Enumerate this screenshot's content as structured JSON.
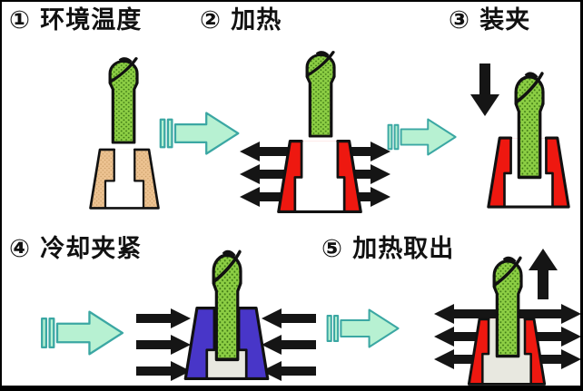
{
  "diagram": {
    "kind": "shrink-fit tool clamping process",
    "language": "zh",
    "step_count": 5,
    "process_arrow_count": 4
  },
  "steps": [
    {
      "index": "①",
      "title": "环境温度",
      "label": "① 环境温度",
      "holder_color_state": "ambient-tan",
      "force_arrows": "none",
      "motion_arrow": "none",
      "tool_position": "above-holder"
    },
    {
      "index": "②",
      "title": "加热",
      "label": "② 加热",
      "holder_color_state": "heated-red",
      "force_arrows": "outward",
      "motion_arrow": "none",
      "tool_position": "above-holder"
    },
    {
      "index": "③",
      "title": "装夹",
      "label": "③ 装夹",
      "holder_color_state": "heated-red",
      "force_arrows": "none",
      "motion_arrow": "down",
      "tool_position": "inserted"
    },
    {
      "index": "④",
      "title": "冷却夹紧",
      "label": "④ 冷却夹紧",
      "holder_color_state": "cooled-blue",
      "force_arrows": "inward",
      "motion_arrow": "none",
      "tool_position": "clamped"
    },
    {
      "index": "⑤",
      "title": "加热取出",
      "label": "⑤ 加热取出",
      "holder_color_state": "heated-red",
      "force_arrows": "outward",
      "motion_arrow": "up",
      "tool_position": "extracting"
    }
  ],
  "icons": {
    "tool": "ball-nose-end-mill",
    "holder": "tapered-shrink-fit-holder",
    "process_arrow": "mint-block-arrow-right",
    "force_arrow": "black-horizontal-arrow",
    "motion_arrow": "black-vertical-arrow"
  },
  "colors": {
    "background": "#FFFFFF",
    "frame_border": "#000000",
    "text_black": "#111111",
    "tool_green": "#8CCE44",
    "tool_green_dot": "#3F7A14",
    "holder_ambient": "#ECC291",
    "holder_ambient_dot": "#C79A62",
    "holder_heated": "#EE1810",
    "holder_cooled": "#4836C8",
    "cavity_white": "#FFFFFF",
    "cavity_gray": "#E8E8E0",
    "outline_black": "#111111",
    "force_arrow_black": "#151515",
    "process_arrow_fill": "#B7F1D2",
    "process_arrow_stroke": "#3BA7A3"
  }
}
